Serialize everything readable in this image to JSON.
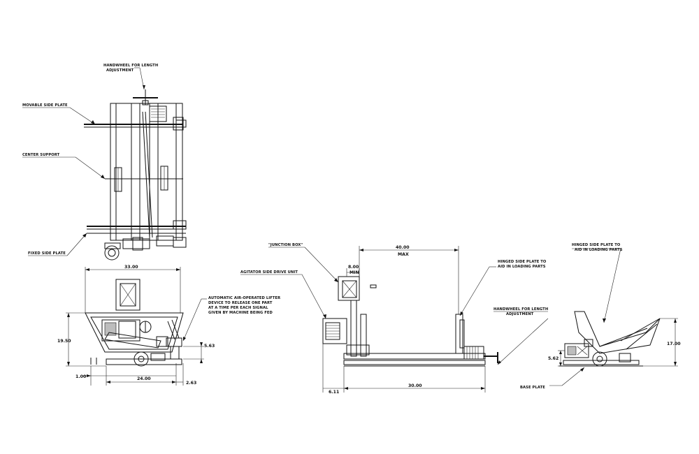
{
  "labels": {
    "handwheel_top": [
      "HANDWHEEL FOR LENGTH",
      "ADJUSTMENT"
    ],
    "movable_side_plate": "MOVABLE SIDE PLATE",
    "center_support": "CENTER SUPPORT",
    "fixed_side_plate": "FIXED SIDE PLATE",
    "auto_lifter": [
      "AUTOMATIC AIR-OPERATED LIFTER",
      "DEVICE TO RELEASE ONE PART",
      "AT A TIME PER EACH SIGNAL",
      "GIVEN BY MACHINE BEING FED"
    ],
    "junction_box": "\"JUNCTION BOX\"",
    "agitator_drive": "AGITATOR SIDE DRIVE UNIT",
    "hinged_plate_mid": [
      "HINGED SIDE PLATE TO",
      "AID IN LOADING PARTS"
    ],
    "handwheel_mid": [
      "HANDWHEEL FOR LENGTH",
      "ADJUSTMENT"
    ],
    "hinged_plate_right": [
      "HINGED SIDE PLATE TO",
      "AID IN LOADING PARTS"
    ],
    "base_plate": "BASE PLATE"
  },
  "dimensions": {
    "left_width": "33.00",
    "left_height": "19.50",
    "left_base": "24.00",
    "left_offset": "1.00",
    "left_right_offset": "2.63",
    "left_lifter_height": "5.63",
    "mid_max": [
      "40.00",
      "MAX"
    ],
    "mid_min": [
      "8.00",
      "MIN"
    ],
    "mid_base": "30.00",
    "mid_offset": "6.11",
    "right_height": "17.00",
    "right_small": "5.62"
  }
}
